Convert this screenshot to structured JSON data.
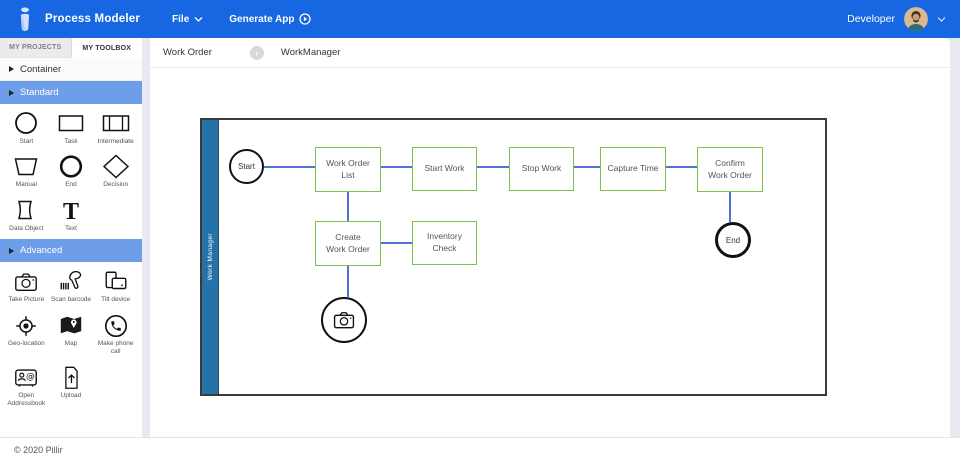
{
  "colors": {
    "header_blue": "#1767e2",
    "section_header_blue": "#6f9ee8",
    "lane_blue": "#2572a7",
    "node_border_green": "#7cc348",
    "connector_blue": "#5173d7"
  },
  "header": {
    "app_title": "Process Modeler",
    "menu": {
      "file": "File",
      "generate_app": "Generate App"
    },
    "user": {
      "name": "Developer"
    }
  },
  "sidebar": {
    "tabs": {
      "projects": "MY PROJECTS",
      "toolbox": "MY TOOLBOX"
    },
    "sections": {
      "container": "Container",
      "standard": "Standard",
      "advanced": "Advanced"
    },
    "standard_items": [
      {
        "label": "Start"
      },
      {
        "label": "Task"
      },
      {
        "label": "Intermediate"
      },
      {
        "label": "Manual"
      },
      {
        "label": "End"
      },
      {
        "label": "Decision"
      },
      {
        "label": "Data Object"
      },
      {
        "label": "Text"
      }
    ],
    "advanced_items": [
      {
        "label": "Take Picture"
      },
      {
        "label": "Scan barcode"
      },
      {
        "label": "Tilt device"
      },
      {
        "label": "Geo-location"
      },
      {
        "label": "Map"
      },
      {
        "label": "Make phone call"
      },
      {
        "label": "Open Addressbook"
      },
      {
        "label": "Upload"
      }
    ]
  },
  "breadcrumb": {
    "level1": "Work Order",
    "level2": "WorkManager"
  },
  "diagram": {
    "lane_label": "Work Manager",
    "nodes": {
      "start": "Start",
      "work_order_list": "Work Order\nList",
      "start_work": "Start Work",
      "stop_work": "Stop Work",
      "capture_time": "Capture Time",
      "confirm_work_order": "Confirm\nWork Order",
      "create_work_order": "Create\nWork Order",
      "inventory_check": "Inventory\nCheck",
      "end": "End"
    }
  },
  "footer": {
    "copyright": "© 2020 Pillir"
  }
}
